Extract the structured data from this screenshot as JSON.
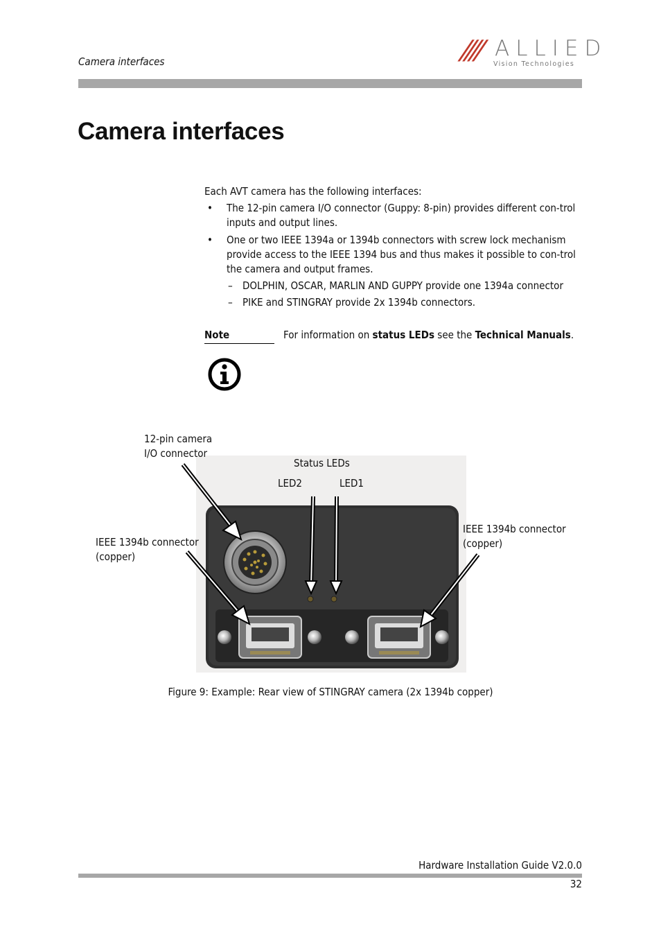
{
  "header": {
    "running_title": "Camera interfaces",
    "logo": {
      "slashes": "////",
      "word": "ALLIED",
      "tagline": "Vision Technologies",
      "accent_color": "#c0392b"
    }
  },
  "page_title": "Camera interfaces",
  "intro": "Each AVT camera has the following interfaces:",
  "bullets": [
    {
      "text": "The 12-pin camera I/O connector (Guppy: 8-pin) provides different con-trol inputs and output lines."
    },
    {
      "text": "One or two IEEE 1394a or 1394b connectors with screw lock mechanism provide access to the IEEE 1394 bus and thus makes it possible to con-trol the camera and output frames.",
      "sub": [
        "DOLPHIN, OSCAR, MARLIN AND GUPPY provide one 1394a connector",
        "PIKE and STINGRAY provide 2x 1394b connectors."
      ]
    }
  ],
  "note": {
    "label": "Note",
    "text_before": "For information on ",
    "bold1": "status LEDs",
    "text_mid": " see the ",
    "bold2": "Technical Manuals",
    "text_after": ".",
    "icon": "info-icon"
  },
  "figure": {
    "labels": {
      "io_connector_line1": "12-pin camera",
      "io_connector_line2": "I/O connector",
      "status_leds": "Status LEDs",
      "led2": "LED2",
      "led1": "LED1",
      "left_ieee_line1": "IEEE 1394b connector",
      "left_ieee_line2": "(copper)",
      "right_ieee_line1": "IEEE 1394b connector",
      "right_ieee_line2": "(copper)"
    },
    "caption": "Figure 9: Example: Rear view of STINGRAY camera (2x 1394b copper)"
  },
  "footer": {
    "guide_title": "Hardware Installation Guide V2.0.0",
    "page_number": "32"
  }
}
